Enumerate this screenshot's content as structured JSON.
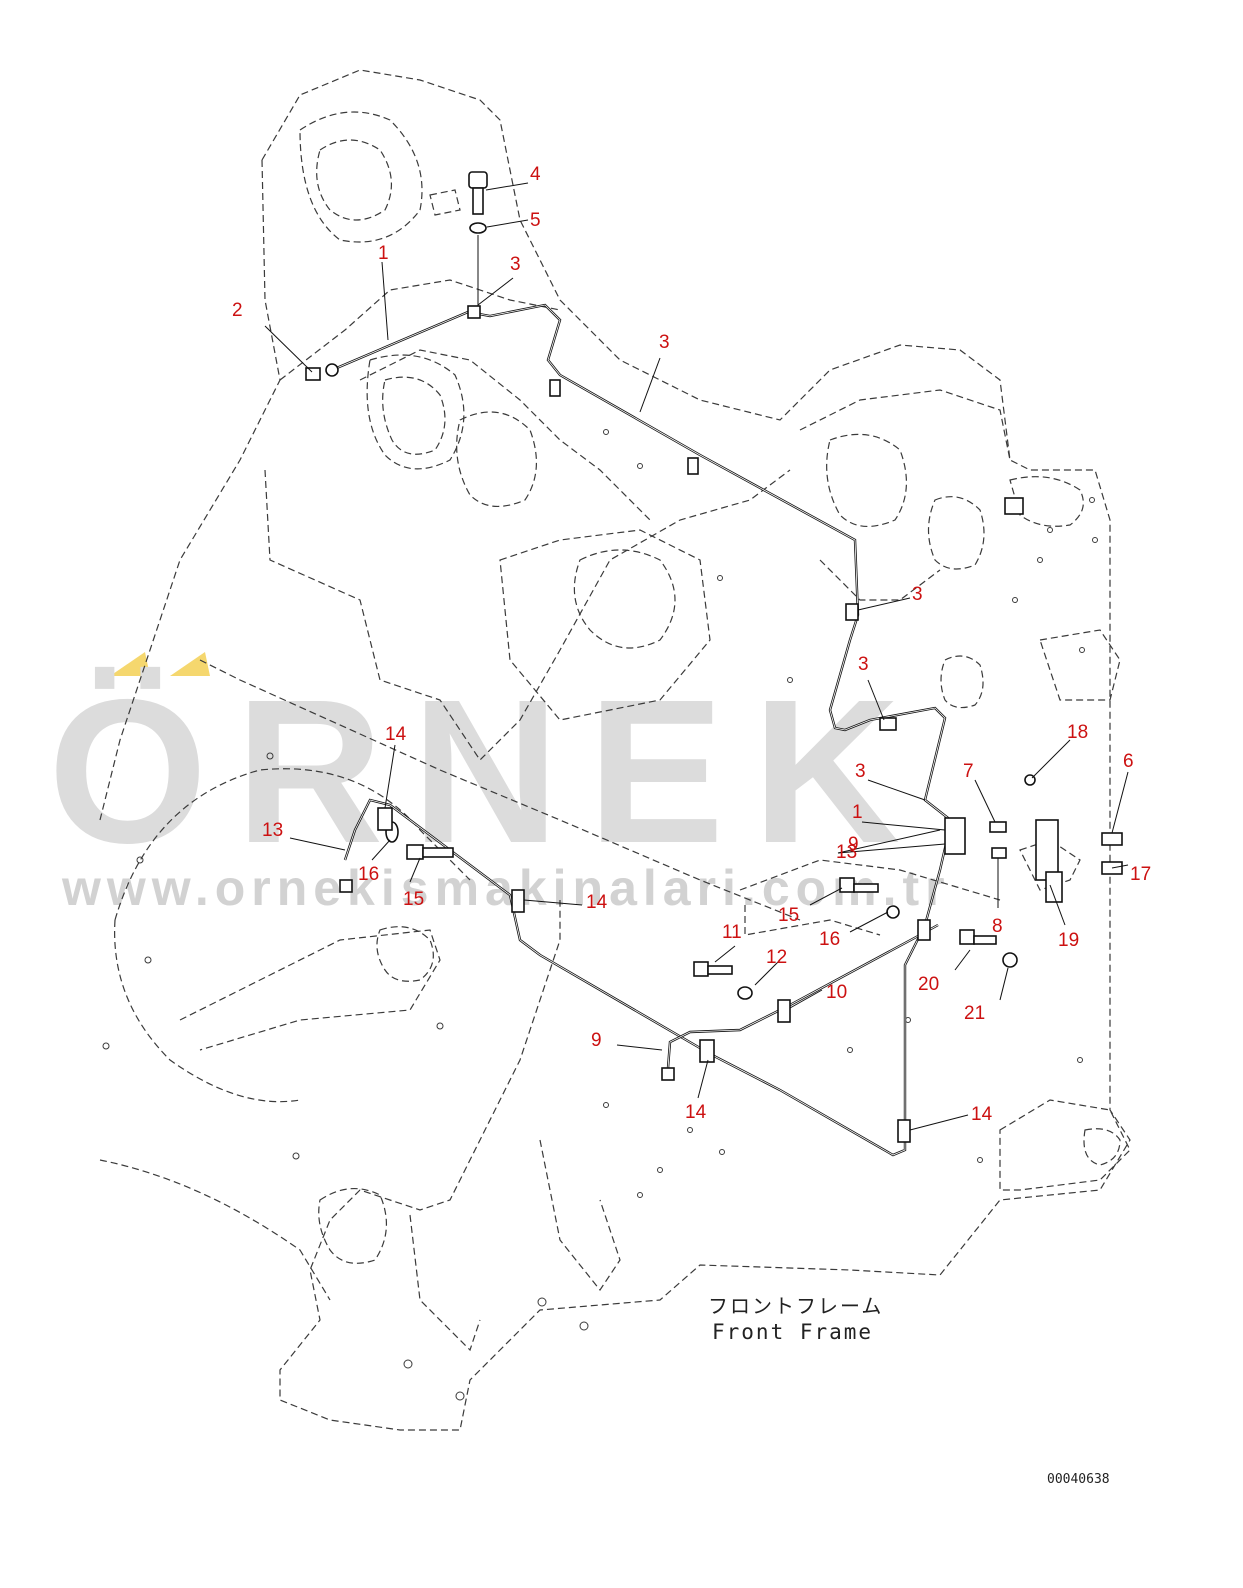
{
  "watermark": {
    "logo": "ÖRNEK",
    "url": "www.ornekismakinalari.com.tr",
    "accent_color": "#f5d76e"
  },
  "frame_label": {
    "japanese": "フロントフレーム",
    "english": "Front Frame"
  },
  "document_number": "00040638",
  "callout_color": "#cc1111",
  "callouts": [
    "1",
    "2",
    "3",
    "4",
    "5",
    "3",
    "3",
    "3",
    "3",
    "1",
    "9",
    "7",
    "18",
    "6",
    "17",
    "14",
    "13",
    "16",
    "15",
    "14",
    "13",
    "15",
    "16",
    "8",
    "19",
    "11",
    "12",
    "10",
    "20",
    "21",
    "9",
    "14",
    "14"
  ]
}
